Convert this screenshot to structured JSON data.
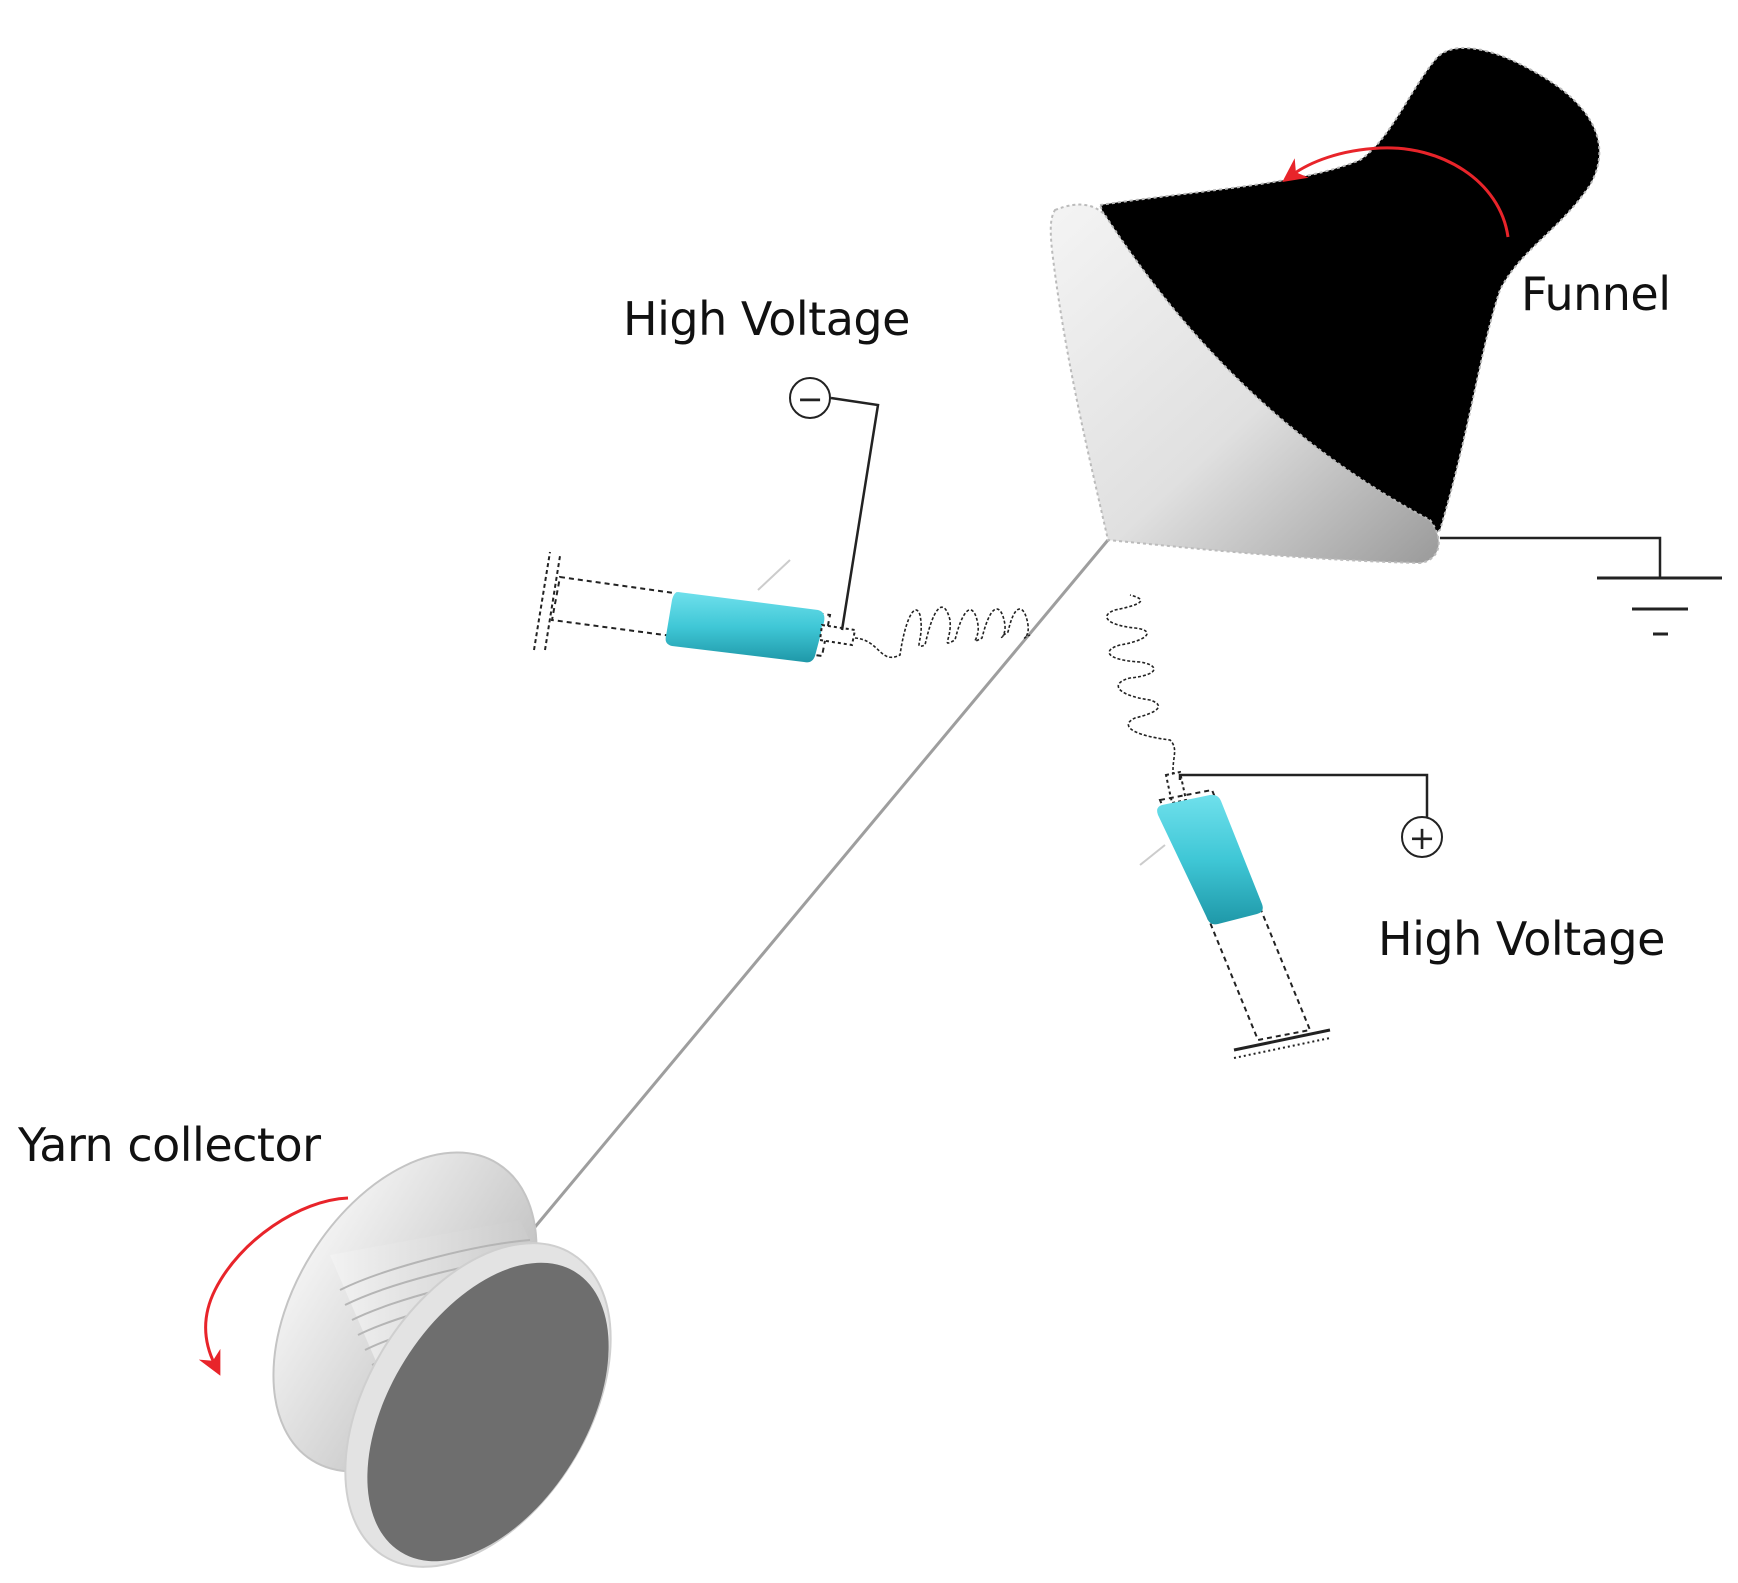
{
  "labels": {
    "high_voltage_top": "High Voltage",
    "high_voltage_bottom": "High Voltage",
    "funnel": "Funnel",
    "yarn_collector": "Yarn collector"
  },
  "polarity": {
    "negative": "−",
    "positive": "+"
  },
  "colors": {
    "syringe_fluid": "#3fc7d6",
    "rotation_arrow": "#e8242a",
    "funnel_inner": "#000000",
    "funnel_outer": "#e6e6e6",
    "collector": "#d9d9d9",
    "collector_face": "#6e6e6e"
  }
}
